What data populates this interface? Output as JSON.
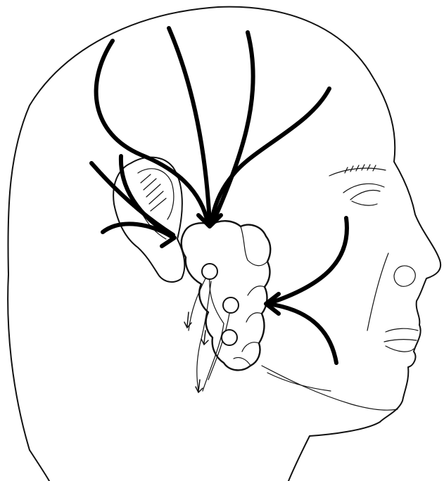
{
  "colors": {
    "background": "#ffffff",
    "line": "#111111",
    "arrow": "#000000"
  },
  "figure": {
    "subject": "head-profile-parotid-lymphatic-drainage",
    "arrow_count": 9,
    "lymph_node_count": 3
  }
}
